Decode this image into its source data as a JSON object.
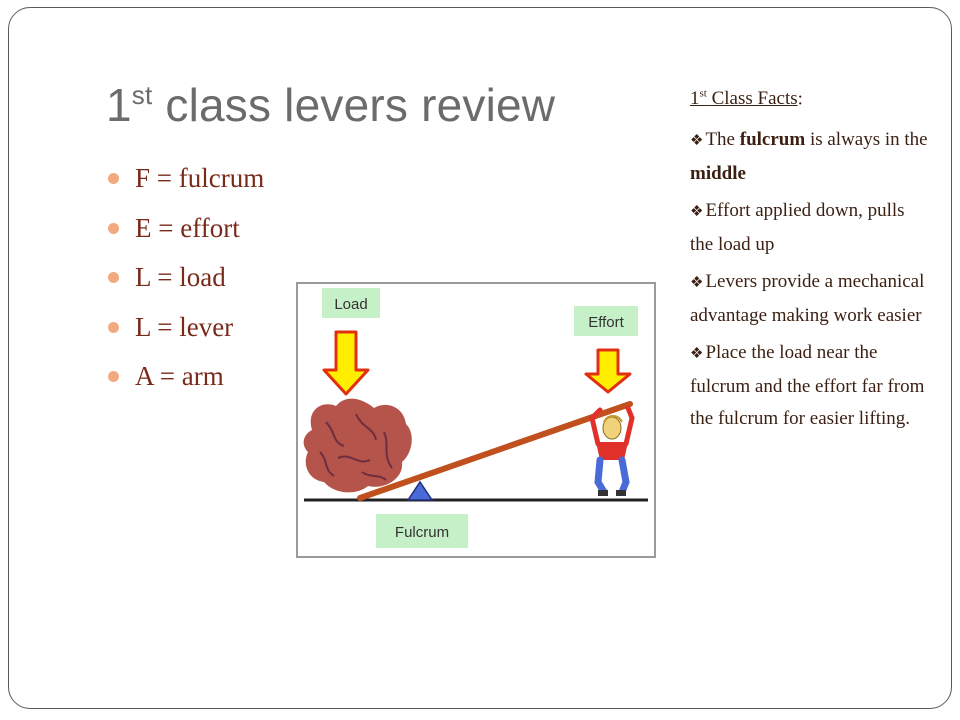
{
  "slide": {
    "title_main": "1",
    "title_sup": "st",
    "title_rest": " class levers review"
  },
  "bullets": [
    "F = fulcrum",
    "E = effort",
    "L = load",
    "L = lever",
    "A = arm"
  ],
  "facts": {
    "head_num": "1",
    "head_sup": "st",
    "head_text": " Class Facts",
    "head_colon": ":",
    "items": [
      {
        "a": "The ",
        "b": "fulcrum",
        "c": " is always in the ",
        "d": "middle",
        "e": ""
      },
      {
        "a": "Effort applied down, pulls the load up",
        "b": "",
        "c": "",
        "d": "",
        "e": ""
      },
      {
        "a": "Levers provide a mechanical advantage making work easier",
        "b": "",
        "c": "",
        "d": "",
        "e": ""
      },
      {
        "a": "Place the load near the fulcrum and the effort far from the fulcrum for easier lifting.",
        "b": "",
        "c": "",
        "d": "",
        "e": ""
      }
    ]
  },
  "diagram": {
    "load_label": "Load",
    "effort_label": "Effort",
    "fulcrum_label": "Fulcrum"
  },
  "colors": {
    "accent_bullet": "#f2a980",
    "bullet_text": "#7a2a1a",
    "title": "#6b6b6b",
    "label_fill": "#c6f0c8",
    "arrow_fill": "#ffee00",
    "arrow_stroke": "#e03010",
    "lever": "#c0501e",
    "fulcrum": "#4a6ad8"
  }
}
